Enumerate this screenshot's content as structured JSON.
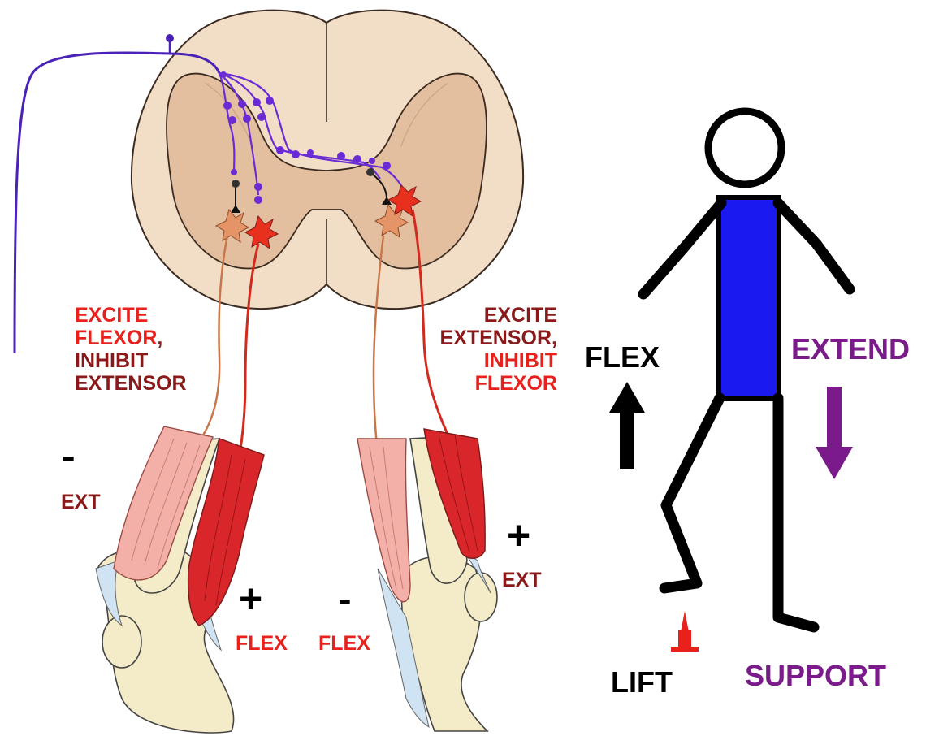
{
  "colors": {
    "red": "#e8211c",
    "dark_red": "#8a1a1a",
    "purple": "#7b1a8a",
    "black": "#000000",
    "torso_blue": "#1a1af0",
    "neuron_purple": "#5a2bd6",
    "cord_fill": "#f2ddc6",
    "gray_matter": "#e3bf9f",
    "muscle_red": "#d8262a",
    "muscle_pink": "#f3b0a8",
    "bone": "#f4ecc8",
    "tendon": "#cfe3f2"
  },
  "left_label": {
    "line1": "EXCITE",
    "line2": "FLEXOR",
    "line2_suffix": ",",
    "line3": "INHIBIT",
    "line4": "EXTENSOR"
  },
  "right_label": {
    "line1": "EXCITE",
    "line2": "EXTENSOR,",
    "line3": "INHIBIT",
    "line4": "FLEXOR"
  },
  "left_leg": {
    "ext_sign": "-",
    "ext_label": "EXT",
    "flex_sign": "+",
    "flex_label": "FLEX"
  },
  "right_leg": {
    "flex_sign": "-",
    "flex_label": "FLEX",
    "ext_sign": "+",
    "ext_label": "EXT"
  },
  "figure": {
    "flex_label": "FLEX",
    "extend_label": "EXTEND",
    "lift_label": "LIFT",
    "support_label": "SUPPORT",
    "arrow_up_icon": "arrow-up-icon",
    "arrow_down_icon": "arrow-down-icon",
    "tack_icon": "tack-icon"
  }
}
